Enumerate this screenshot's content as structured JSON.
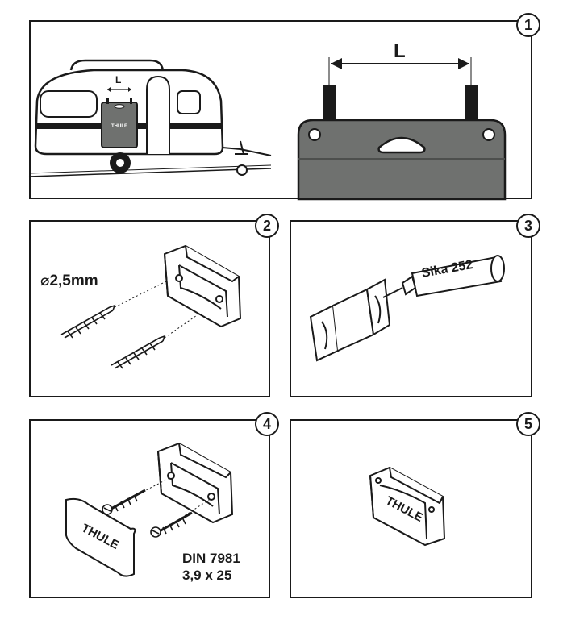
{
  "steps": [
    {
      "number": "1"
    },
    {
      "number": "2"
    },
    {
      "number": "3"
    },
    {
      "number": "4"
    },
    {
      "number": "5"
    }
  ],
  "step1": {
    "caravan_L": "L",
    "big_L": "L",
    "logo": "THULE"
  },
  "step2": {
    "drill_size": "⌀2,5mm"
  },
  "step3": {
    "sealant": "Sika 252"
  },
  "step4": {
    "screw_standard": "DIN 7981",
    "screw_size": "3,9 x 25",
    "logo": "THULE"
  },
  "step5": {
    "logo": "THULE"
  },
  "colors": {
    "ink": "#1a1a1a",
    "plate": "#6f716f",
    "plate_dark": "#4d4f4d"
  }
}
